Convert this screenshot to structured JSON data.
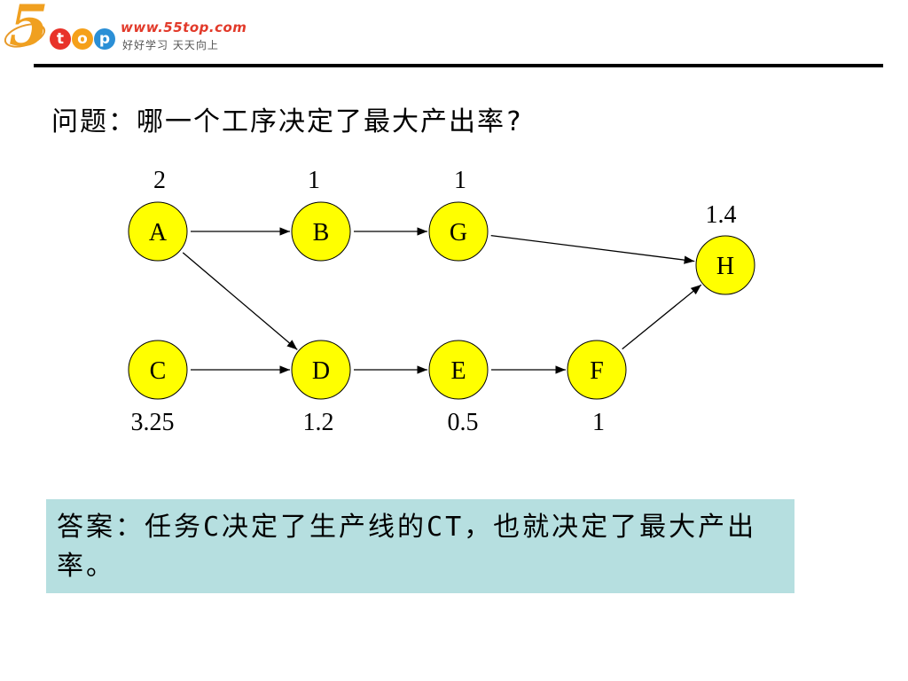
{
  "logo": {
    "url": "www.55top.com",
    "slogan": "好好学习 天天向上",
    "mark_digit": "5",
    "mark_letters": [
      "t",
      "o",
      "p"
    ],
    "mark_colors": [
      "#e8332a",
      "#f5a01a",
      "#2b8fd6"
    ]
  },
  "question": "问题：哪一个工序决定了最大产出率?",
  "nodes": [
    {
      "id": "A",
      "label": "A",
      "value": "2"
    },
    {
      "id": "B",
      "label": "B",
      "value": "1"
    },
    {
      "id": "G",
      "label": "G",
      "value": "1"
    },
    {
      "id": "H",
      "label": "H",
      "value": "1.4"
    },
    {
      "id": "C",
      "label": "C",
      "value": "3.25"
    },
    {
      "id": "D",
      "label": "D",
      "value": "1.2"
    },
    {
      "id": "E",
      "label": "E",
      "value": "0.5"
    },
    {
      "id": "F",
      "label": "F",
      "value": "1"
    }
  ],
  "edges": [
    {
      "from": "A",
      "to": "B"
    },
    {
      "from": "B",
      "to": "G"
    },
    {
      "from": "G",
      "to": "H"
    },
    {
      "from": "A",
      "to": "D"
    },
    {
      "from": "C",
      "to": "D"
    },
    {
      "from": "D",
      "to": "E"
    },
    {
      "from": "E",
      "to": "F"
    },
    {
      "from": "F",
      "to": "H"
    }
  ],
  "colors": {
    "node_fill": "#ffff00",
    "node_stroke": "#000000",
    "answer_bg": "#b6dfe0"
  },
  "answer": "答案：任务C决定了生产线的CT，也就决定了最大产出率。"
}
